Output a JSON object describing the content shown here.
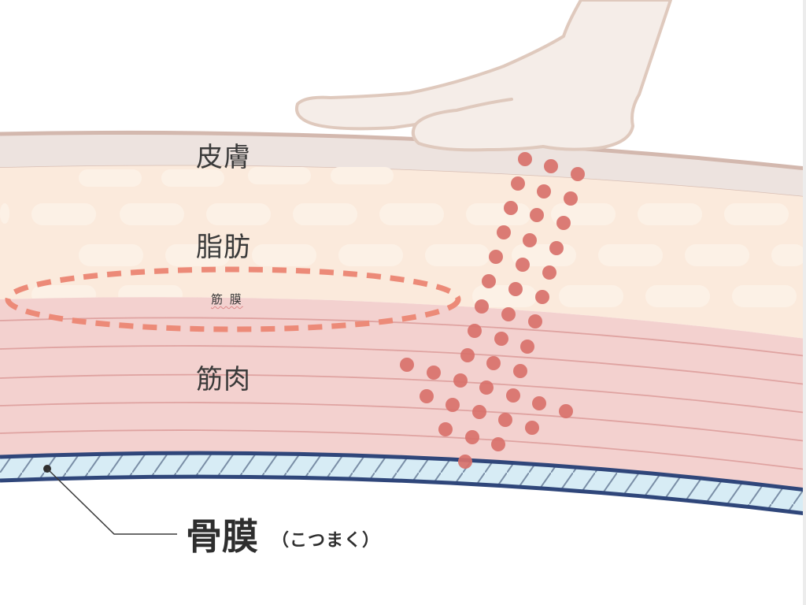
{
  "diagram": {
    "title": "骨膜",
    "layers": [
      {
        "id": "skin",
        "label": "皮膚",
        "color": "#ede3df"
      },
      {
        "id": "fat",
        "label": "脂肪",
        "color": "#fbeadc"
      },
      {
        "id": "fascia",
        "label": "筋 膜",
        "color": "#ec8a78"
      },
      {
        "id": "muscle",
        "label": "筋肉",
        "color": "#f3d1cf"
      },
      {
        "id": "periosteum",
        "label": "骨膜",
        "color": "#d7ecf5"
      }
    ],
    "callout": {
      "label": "骨膜",
      "reading": "（こつまく）",
      "leader_color": "#3a3a3a"
    },
    "hand": {
      "fill": "#f5ede8",
      "stroke": "#dfc9bd"
    },
    "pressure_dots": {
      "color": "#d9726c",
      "count": 48
    },
    "colors": {
      "skin_border": "#d3b8ae",
      "fascia_dash": "#ec8a78",
      "muscle_line": "#dfa3a1",
      "bone_border": "#2f467a",
      "bone_hatch": "#7a8ea6",
      "text": "#3a3a3a"
    }
  }
}
